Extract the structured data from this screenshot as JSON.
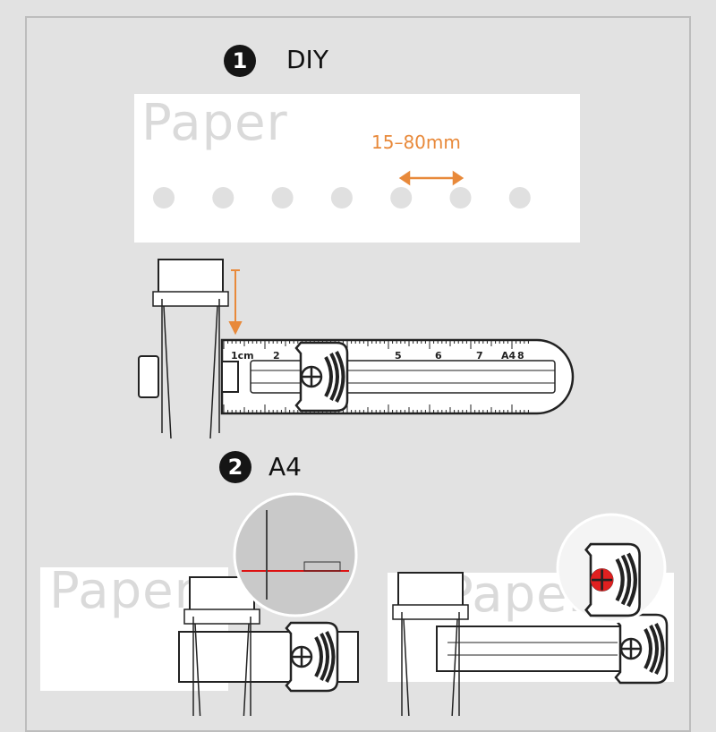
{
  "step1": {
    "number": "1",
    "label": "DIY"
  },
  "step2": {
    "number": "2",
    "label": "A4"
  },
  "paper_word": "Paper",
  "range_label": "15–80mm",
  "ruler": {
    "labels": [
      "1cm",
      "2",
      "5",
      "6",
      "7",
      "A4",
      "8"
    ]
  },
  "colors": {
    "accent": "#e8893a",
    "highlight": "#e02020",
    "background": "#e2e2e2"
  },
  "icons": [
    "step-badge",
    "double-arrow",
    "down-arrow",
    "screw-knob",
    "magnifier"
  ]
}
